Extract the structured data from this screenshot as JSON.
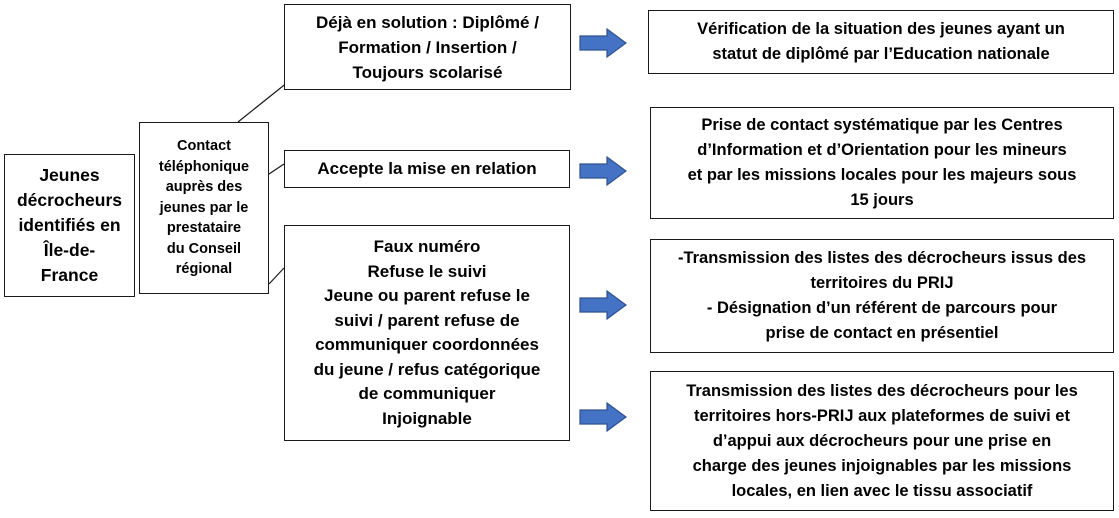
{
  "colors": {
    "arrow_fill": "#4472c4",
    "arrow_stroke": "#2f528f",
    "border": "#1a1a1a"
  },
  "boxes": {
    "jeunes": "Jeunes\ndécrocheurs\nidentifiés en\nÎle-de-\nFrance",
    "contact": "Contact\ntéléphonique\nauprès des\njeunes par le\nprestataire\ndu Conseil\nrégional",
    "deja": "Déjà en solution : Diplômé /\nFormation / Insertion /\nToujours scolarisé",
    "accepte": "Accepte la mise en relation",
    "faux": "Faux numéro\nRefuse le suivi\nJeune ou parent refuse le\nsuivi / parent refuse de\ncommuniquer coordonnées\ndu jeune / refus catégorique\nde communiquer\nInjoignable",
    "verification": "Vérification de la situation des jeunes ayant un\nstatut de diplômé par l’Education nationale",
    "prise_contact": "Prise de contact systématique par les Centres\nd’Information et d’Orientation pour les mineurs\net par les missions locales pour les majeurs sous\n15 jours",
    "transmission_prij": "-Transmission des listes des décrocheurs issus des\nterritoires du PRIJ\n- Désignation d’un référent de parcours pour\nprise de contact en présentiel",
    "transmission_hors_prij": "Transmission des listes des décrocheurs pour les\nterritoires hors-PRIJ aux plateformes de suivi et\nd’appui aux décrocheurs pour une prise en\ncharge des jeunes injoignables par les missions\nlocales, en lien avec le tissu associatif"
  }
}
